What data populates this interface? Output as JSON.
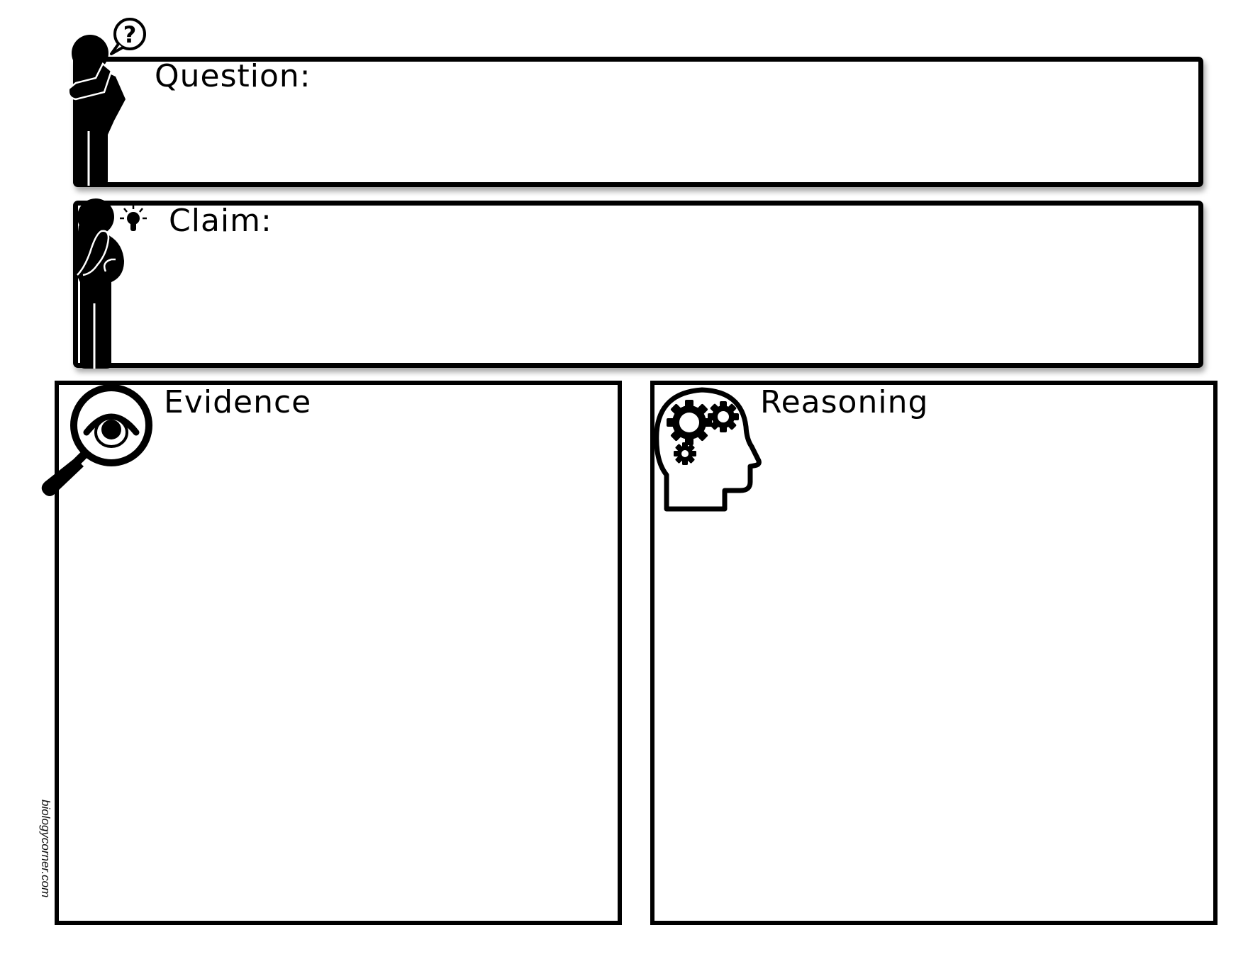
{
  "sections": {
    "question": {
      "label": "Question:",
      "icon": "thinking-person-question-icon"
    },
    "claim": {
      "label": "Claim:",
      "icon": "thinking-person-lightbulb-icon"
    },
    "evidence": {
      "label": "Evidence",
      "icon": "magnifier-eye-icon"
    },
    "reasoning": {
      "label": "Reasoning",
      "icon": "head-gears-icon"
    }
  },
  "footer": {
    "watermark": "biologycorner.com"
  },
  "colors": {
    "ink": "#000000",
    "background": "#ffffff"
  }
}
